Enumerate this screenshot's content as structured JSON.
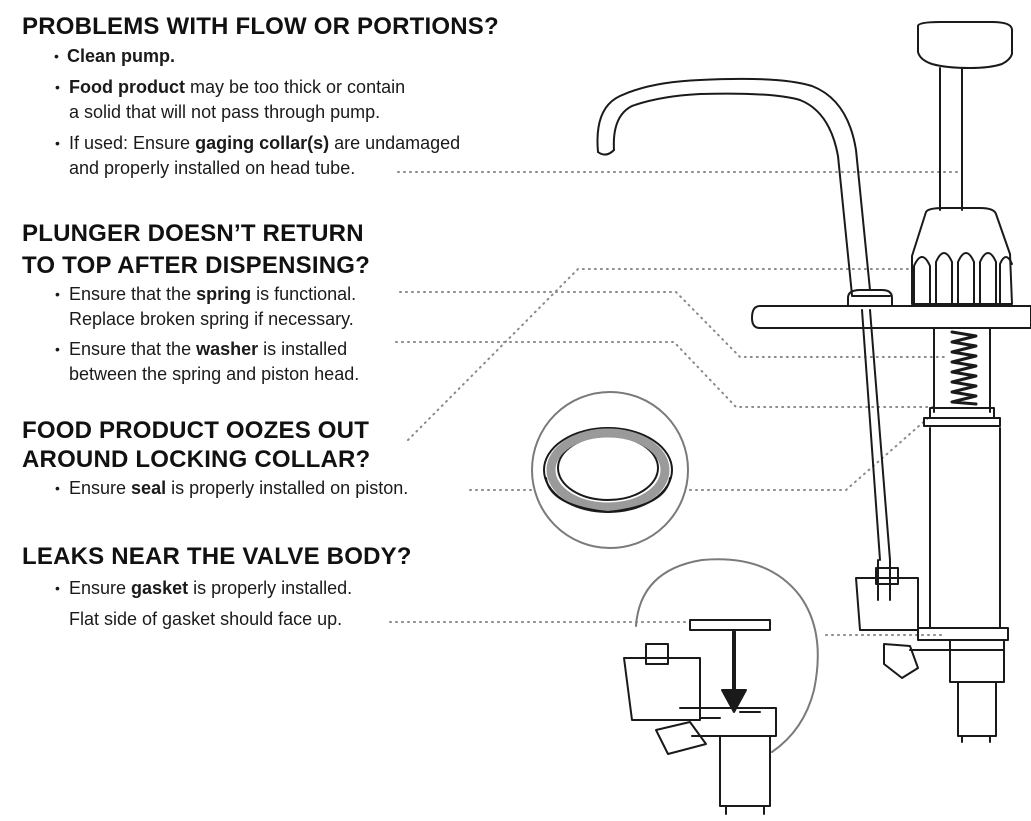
{
  "sections": [
    {
      "heading": "PROBLEMS WITH FLOW OR PORTIONS?",
      "bullets": [
        {
          "bold": "Clean pump.",
          "rest": "",
          "line2": ""
        },
        {
          "bold": "Food product",
          "rest": " may be too thick or contain",
          "line2": "a solid that will not pass through pump."
        },
        {
          "pre": "If used: Ensure ",
          "bold": "gaging collar(s)",
          "rest": " are undamaged",
          "line2": "and properly installed on head tube."
        }
      ]
    },
    {
      "heading_line1": "PLUNGER DOESN’T RETURN",
      "heading_line2": "TO TOP AFTER DISPENSING?",
      "bullets": [
        {
          "pre": "Ensure that the ",
          "bold": "spring",
          "rest": " is functional.",
          "line2": "Replace broken spring if necessary."
        },
        {
          "pre": "Ensure that the ",
          "bold": "washer",
          "rest": " is installed",
          "line2": "between the spring and piston head."
        }
      ]
    },
    {
      "heading_line1": "FOOD PRODUCT OOZES OUT",
      "heading_line2": "AROUND LOCKING COLLAR?",
      "bullets": [
        {
          "pre": "Ensure ",
          "bold": "seal",
          "rest": " is properly installed on piston.",
          "line2": ""
        }
      ]
    },
    {
      "heading": "LEAKS NEAR THE VALVE BODY?",
      "bullets": [
        {
          "pre": "Ensure ",
          "bold": "gasket",
          "rest": " is properly installed.",
          "line2": ""
        }
      ],
      "note": "Flat side of gasket should face up."
    }
  ],
  "bullet_symbol": "•",
  "colors": {
    "text": "#1a1a1a",
    "line_art": "#1a1a1a",
    "leader": "#8a8a8a",
    "circle": "#7a7a7a"
  },
  "illustration_parts": [
    "pump-handle",
    "spout",
    "head-tube",
    "spring",
    "gaging-collar",
    "seal-detail",
    "valve-gasket-detail",
    "down-arrow"
  ]
}
